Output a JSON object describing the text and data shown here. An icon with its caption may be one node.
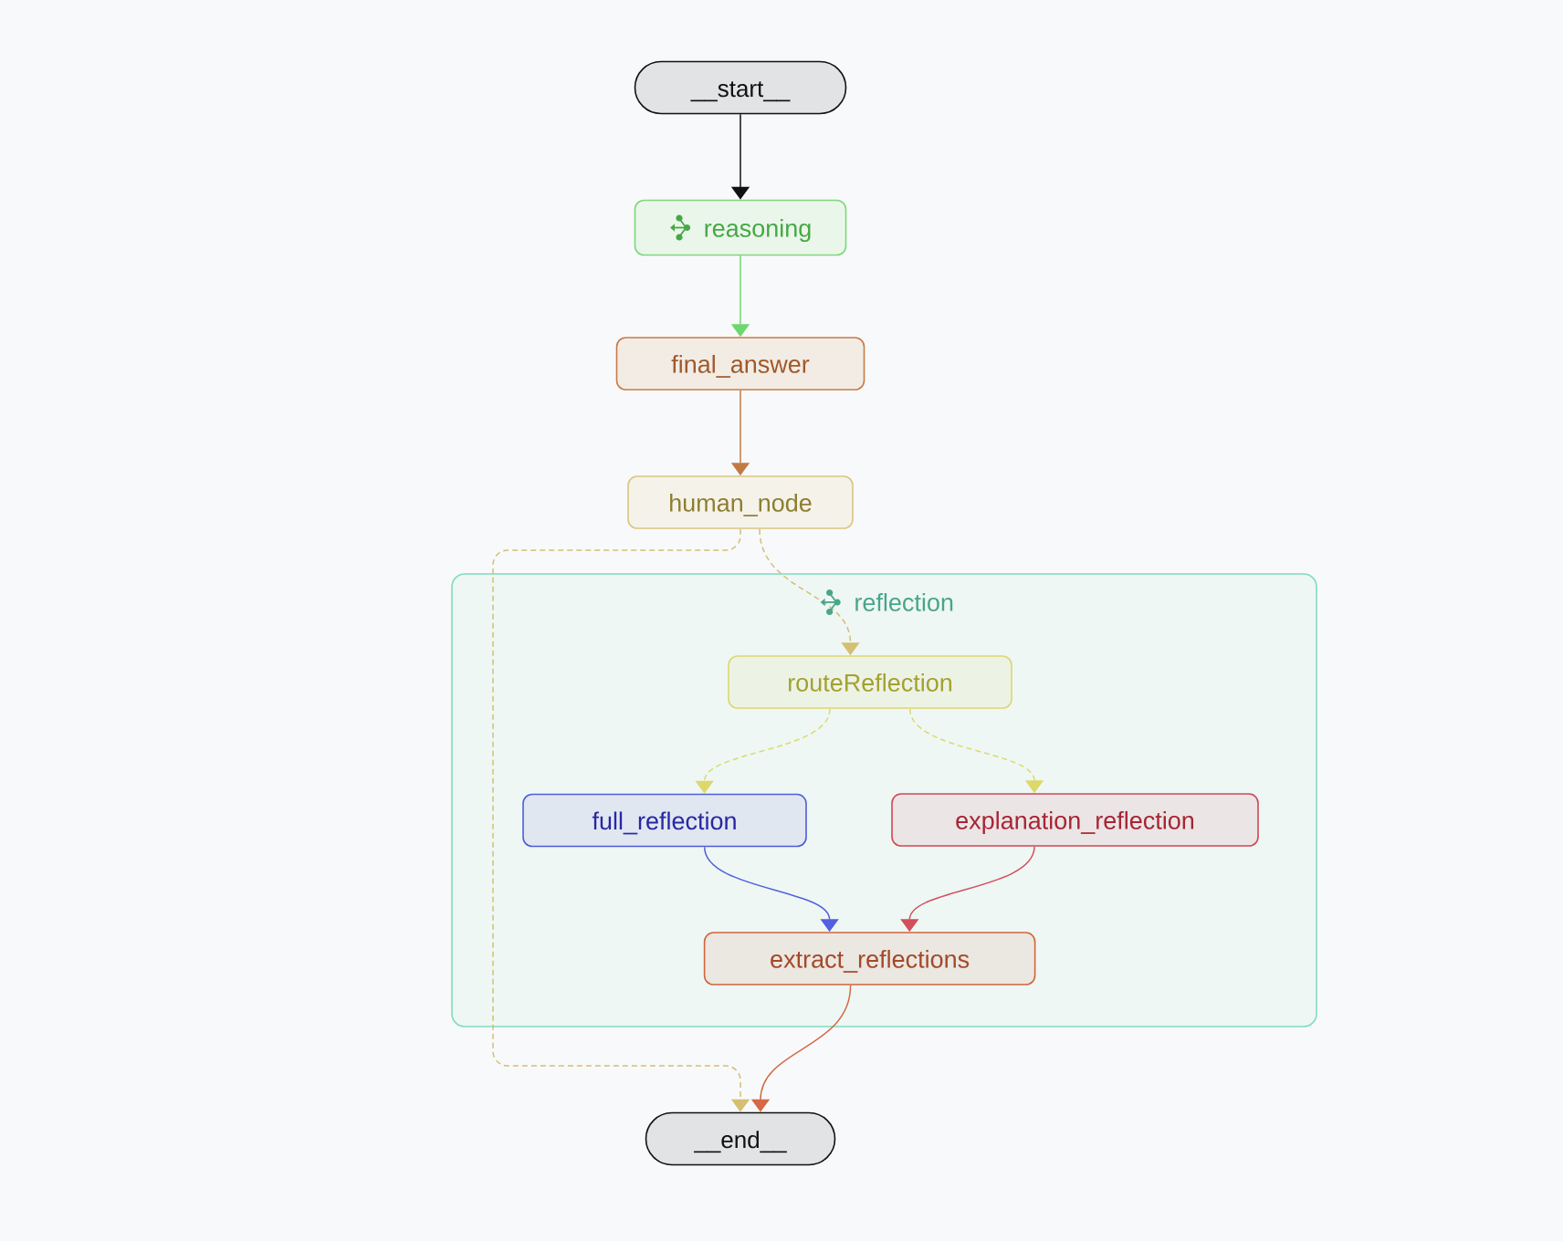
{
  "diagram": {
    "nodes": [
      {
        "text": [
          "__start__"
        ]
      },
      {
        "text": [
          "reasoning"
        ]
      },
      {
        "text": [
          "final_answer"
        ]
      },
      {
        "text": [
          "human_node"
        ]
      },
      {
        "text": [
          "reflection"
        ]
      },
      {
        "text": [
          "routeReflection"
        ],
        "in": 4
      },
      {
        "text": [
          "full_reflection"
        ],
        "in": 4
      },
      {
        "text": [
          "explanation_reflection"
        ],
        "in": 4
      },
      {
        "text": [
          "extract_reflections"
        ],
        "in": 4
      },
      {
        "text": [
          "__end__"
        ]
      }
    ],
    "edges": [
      {
        "from": 0,
        "to": 1,
        "arrow": "to",
        "color": "#111111"
      },
      {
        "from": 1,
        "to": 2,
        "arrow": "to",
        "color": "#6dd66d"
      },
      {
        "from": 2,
        "to": 3,
        "arrow": "to",
        "color": "#c27a45"
      },
      {
        "from": 3,
        "to": 9,
        "arrow": "to",
        "style": "dashed",
        "color": "#d4bf73"
      },
      {
        "from": 3,
        "to": 5,
        "arrow": "to",
        "style": "dashed",
        "color": "#d4bf73"
      },
      {
        "from": 5,
        "to": 6,
        "arrow": "to",
        "style": "dashed",
        "color": "#ddd869"
      },
      {
        "from": 5,
        "to": 7,
        "arrow": "to",
        "style": "dashed",
        "color": "#ddd869"
      },
      {
        "from": 6,
        "to": 8,
        "arrow": "to",
        "color": "#5360df"
      },
      {
        "from": 7,
        "to": 8,
        "arrow": "to",
        "color": "#d44e5e"
      },
      {
        "from": 8,
        "to": 9,
        "arrow": "to",
        "color": "#d46a45"
      }
    ]
  }
}
